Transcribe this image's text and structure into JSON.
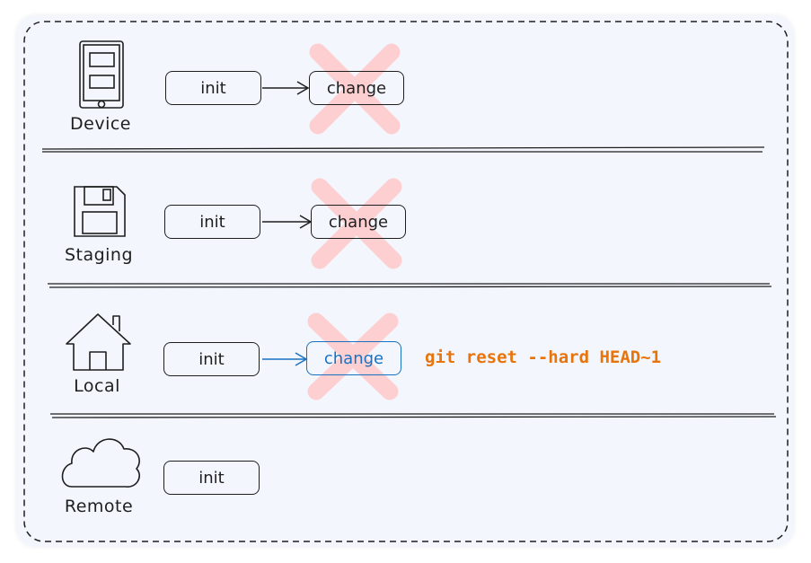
{
  "rows": [
    {
      "label": "Device",
      "init": "init",
      "change": "change",
      "icon": "phone-icon"
    },
    {
      "label": "Staging",
      "init": "init",
      "change": "change",
      "icon": "floppy-disk-icon"
    },
    {
      "label": "Local",
      "init": "init",
      "change": "change",
      "icon": "house-icon",
      "command": "git reset --hard HEAD~1"
    },
    {
      "label": "Remote",
      "init": "init",
      "icon": "cloud-icon"
    }
  ],
  "colors": {
    "stroke": "#1e1e1e",
    "local_accent": "#1971c2",
    "cross": "#ffc9c9",
    "command": "#e8740c",
    "background": "#f3f7fd"
  }
}
